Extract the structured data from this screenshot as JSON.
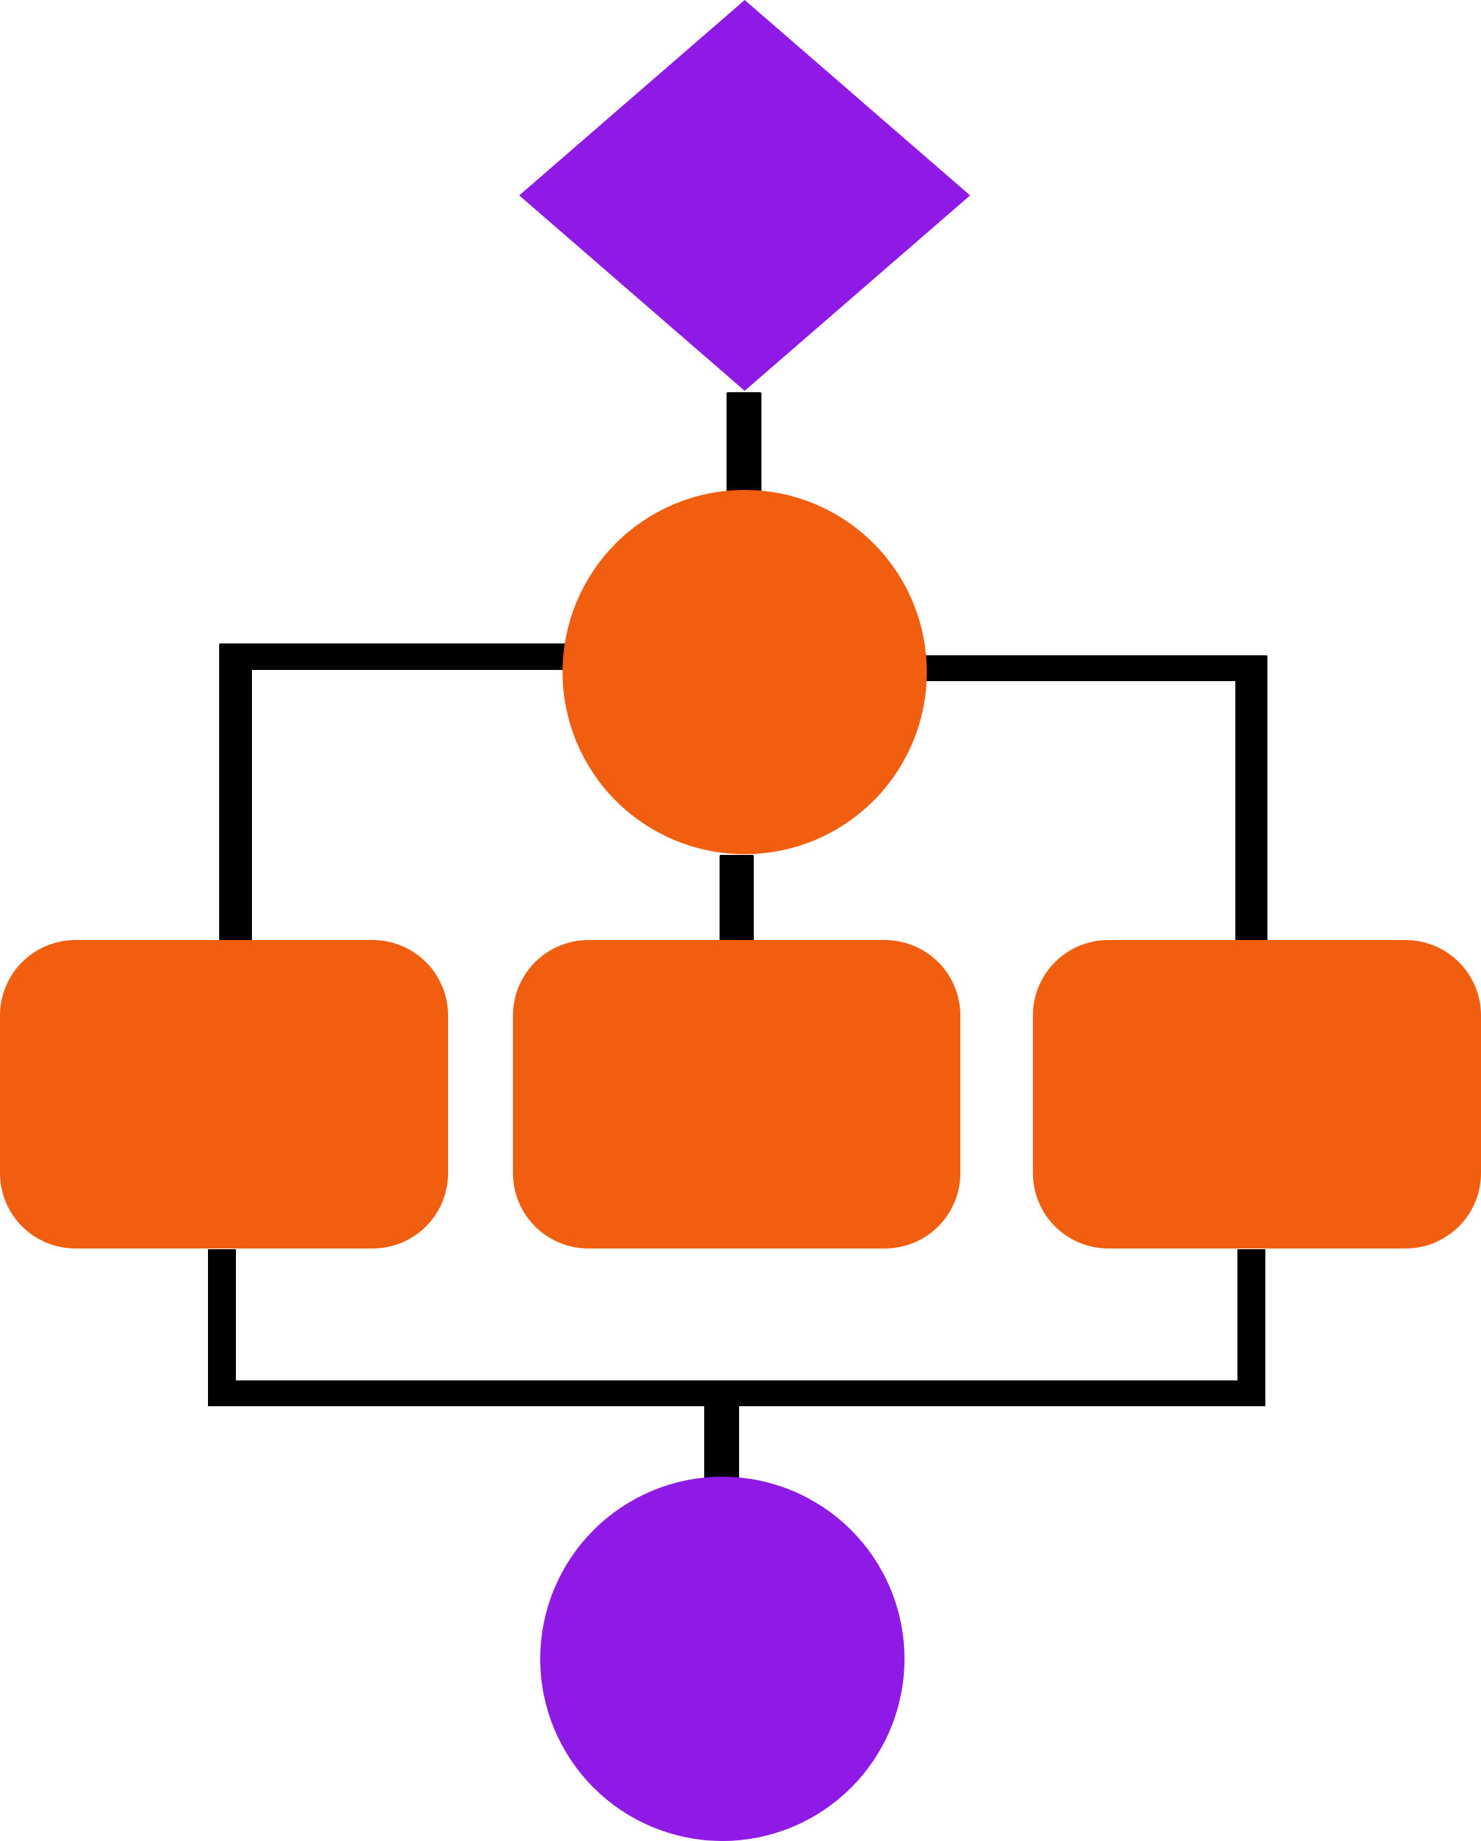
{
  "diagram": {
    "type": "flowchart",
    "colors": {
      "primary_purple": "#8F1AE6",
      "accent_orange": "#F25E10",
      "connector_black": "#000000",
      "background": "#FFFFFF"
    },
    "nodes": [
      {
        "id": "start-diamond",
        "shape": "diamond",
        "color": "primary_purple",
        "label": ""
      },
      {
        "id": "hub-circle",
        "shape": "circle",
        "color": "accent_orange",
        "label": ""
      },
      {
        "id": "box-left",
        "shape": "rounded-rectangle",
        "color": "accent_orange",
        "label": ""
      },
      {
        "id": "box-center",
        "shape": "rounded-rectangle",
        "color": "accent_orange",
        "label": ""
      },
      {
        "id": "box-right",
        "shape": "rounded-rectangle",
        "color": "accent_orange",
        "label": ""
      },
      {
        "id": "end-circle",
        "shape": "circle",
        "color": "primary_purple",
        "label": ""
      }
    ],
    "edges": [
      {
        "from": "start-diamond",
        "to": "hub-circle"
      },
      {
        "from": "hub-circle",
        "to": "box-left"
      },
      {
        "from": "hub-circle",
        "to": "box-center"
      },
      {
        "from": "hub-circle",
        "to": "box-right"
      },
      {
        "from": "box-left",
        "to": "end-circle"
      },
      {
        "from": "box-right",
        "to": "end-circle"
      }
    ]
  }
}
